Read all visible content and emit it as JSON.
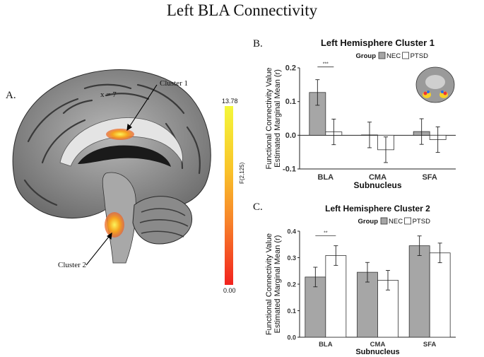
{
  "figure": {
    "title": "Left BLA Connectivity",
    "panel_a": {
      "letter": "A.",
      "slice_label": "x = 7",
      "cluster1_label": "Cluster 1",
      "cluster2_label": "Cluster 2",
      "colorbar": {
        "max": "13.78",
        "min": "0.00",
        "label": "F(2,125)"
      }
    },
    "panel_b_letter": "B.",
    "panel_c_letter": "C."
  },
  "colors": {
    "nec": "#a6a6a6",
    "ptsd": "#ffffff",
    "accent": "#f7a41c"
  },
  "chart_data": [
    {
      "type": "bar",
      "title": "Left Hemisphere Cluster 1",
      "legend_title": "Group",
      "categories": [
        "BLA",
        "CMA",
        "SFA"
      ],
      "series": [
        {
          "name": "NEC",
          "values": [
            0.127,
            0.001,
            0.011
          ],
          "err": [
            0.038,
            0.038,
            0.038
          ]
        },
        {
          "name": "PTSD",
          "values": [
            0.01,
            -0.043,
            -0.013
          ],
          "err": [
            0.038,
            0.038,
            0.038
          ]
        }
      ],
      "xlabel": "Subnucleus",
      "ylabel": [
        "Functional Connectivity Value",
        "Estimated Marginal Mean (r)"
      ],
      "ylim": [
        -0.1,
        0.2
      ],
      "yticks": [
        "-0.1",
        "0.0",
        "0.1",
        "0.2"
      ],
      "significance": {
        "category": "BLA",
        "mark": "***"
      },
      "grid": false,
      "legend": "top"
    },
    {
      "type": "bar",
      "title": "Left Hemisphere Cluster 2",
      "legend_title": "Group",
      "categories": [
        "BLA",
        "CMA",
        "SFA"
      ],
      "series": [
        {
          "name": "NEC",
          "values": [
            0.227,
            0.245,
            0.345
          ],
          "err": [
            0.037,
            0.037,
            0.037
          ]
        },
        {
          "name": "PTSD",
          "values": [
            0.308,
            0.215,
            0.318
          ],
          "err": [
            0.037,
            0.037,
            0.037
          ]
        }
      ],
      "xlabel": "Subnucleus",
      "ylabel": [
        "Functional Connectivity Value",
        "Estimated Marginal Mean (r)"
      ],
      "ylim": [
        0.0,
        0.4
      ],
      "yticks": [
        "0.0",
        "0.1",
        "0.2",
        "0.3",
        "0.4"
      ],
      "significance": {
        "category": "BLA",
        "mark": "**"
      },
      "grid": false,
      "legend": "top"
    }
  ]
}
